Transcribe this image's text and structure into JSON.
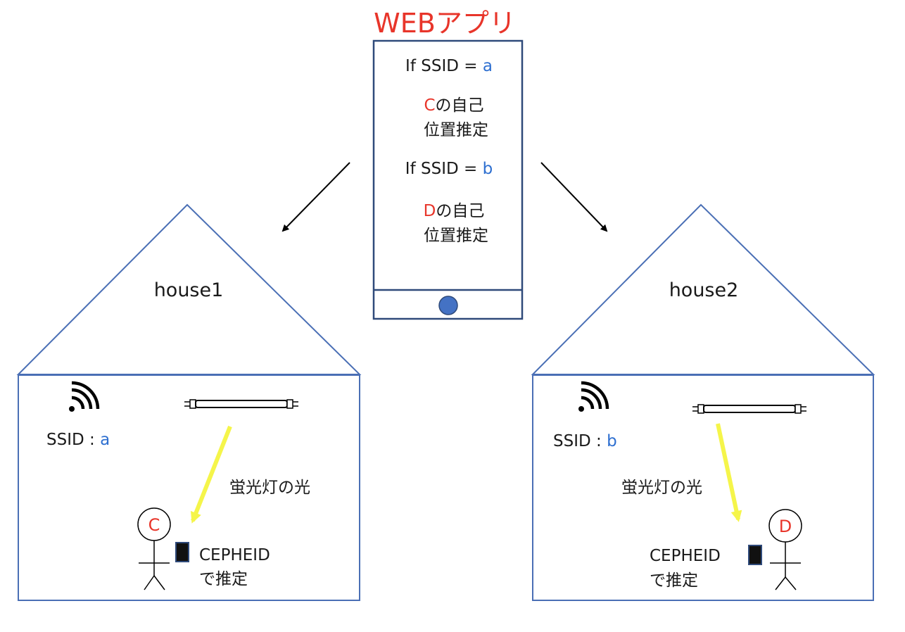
{
  "colors": {
    "outline": "#4a6fb5",
    "phone_border": "#2f4a7a",
    "red": "#e8352a",
    "blue": "#2e6fd0",
    "text": "#1a1a1a",
    "light_beam": "#f5f54a",
    "home_button": "#4472c4"
  },
  "app": {
    "title": "WEBアプリ",
    "rule1": {
      "prefix": "If SSID = ",
      "ssid": "a"
    },
    "action1": {
      "user": "C",
      "line1_rest": "の自己",
      "line2": "位置推定"
    },
    "rule2": {
      "prefix": "If SSID = ",
      "ssid": "b"
    },
    "action2": {
      "user": "D",
      "line1_rest": "の自己",
      "line2": "位置推定"
    }
  },
  "houses": [
    {
      "label": "house1",
      "ssid_prefix": "SSID : ",
      "ssid": "a",
      "light_label": "蛍光灯の光",
      "person": "C",
      "device_line1": "CEPHEID",
      "device_line2": "で推定",
      "icons": [
        "wifi-icon",
        "fluorescent-lamp-icon",
        "stick-person-icon",
        "smartphone-icon"
      ]
    },
    {
      "label": "house2",
      "ssid_prefix": "SSID : ",
      "ssid": "b",
      "light_label": "蛍光灯の光",
      "person": "D",
      "device_line1": "CEPHEID",
      "device_line2": "で推定",
      "icons": [
        "wifi-icon",
        "fluorescent-lamp-icon",
        "stick-person-icon",
        "smartphone-icon"
      ]
    }
  ]
}
